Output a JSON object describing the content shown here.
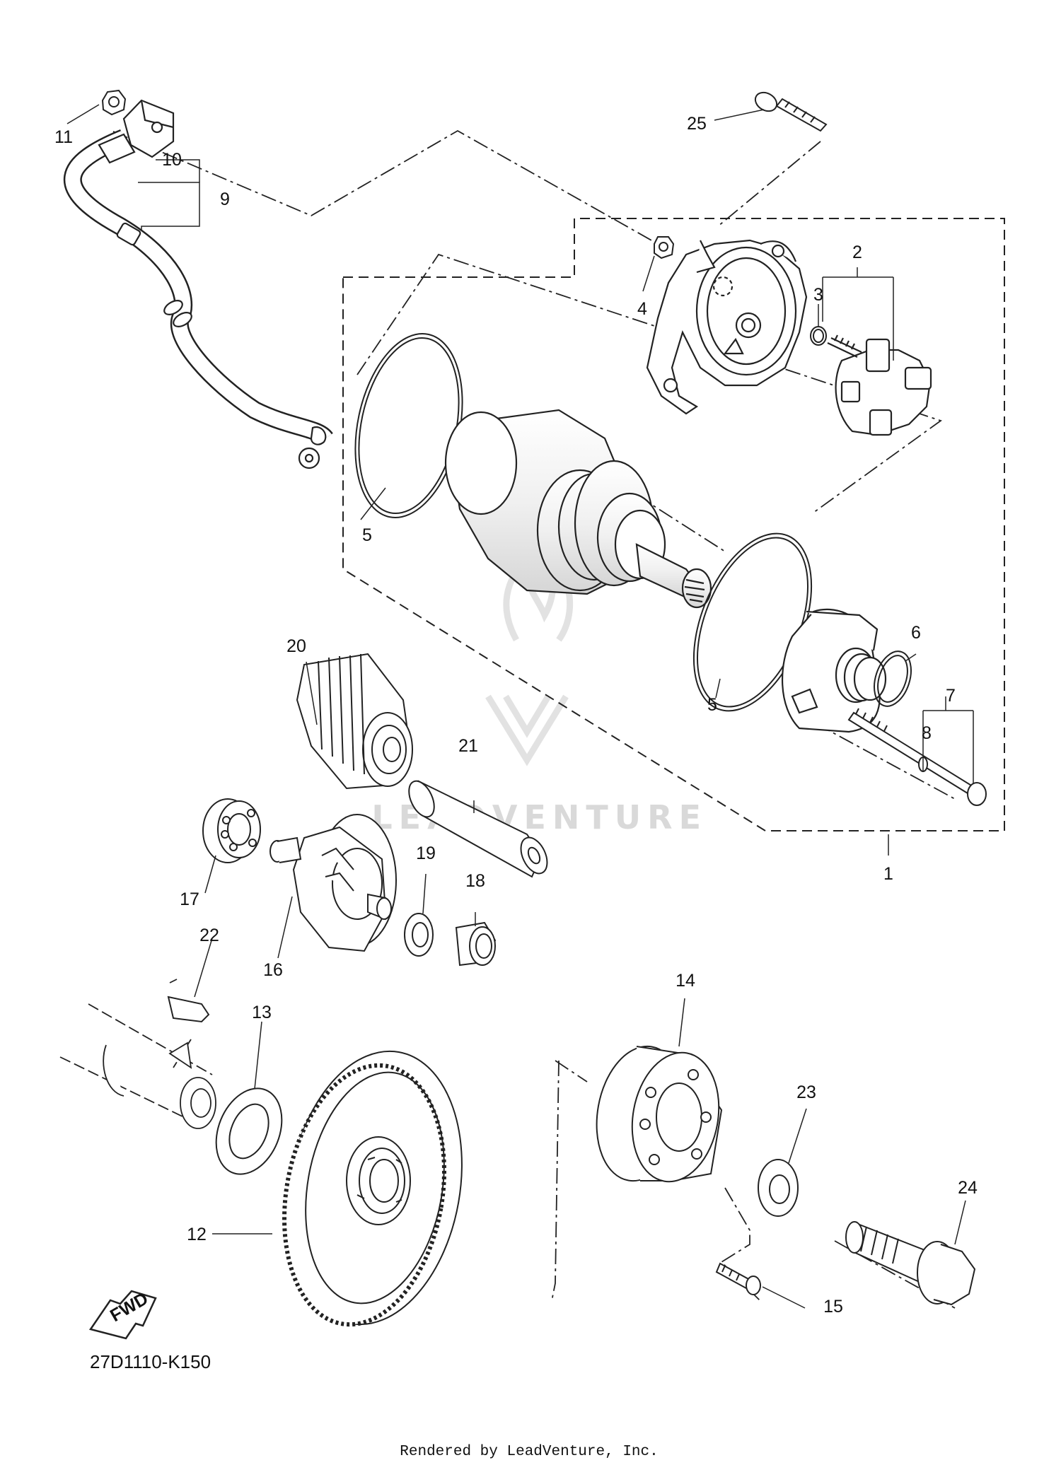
{
  "diagram": {
    "code": "27D1110-K150",
    "fwd_label": "FWD",
    "watermark": "LEADVENTURE",
    "footer": "Rendered by LeadVenture, Inc.",
    "callouts": [
      "1",
      "2",
      "3",
      "4",
      "5",
      "5",
      "6",
      "7",
      "8",
      "9",
      "10",
      "11",
      "12",
      "13",
      "14",
      "15",
      "16",
      "17",
      "18",
      "19",
      "20",
      "21",
      "22",
      "23",
      "24",
      "25"
    ]
  }
}
